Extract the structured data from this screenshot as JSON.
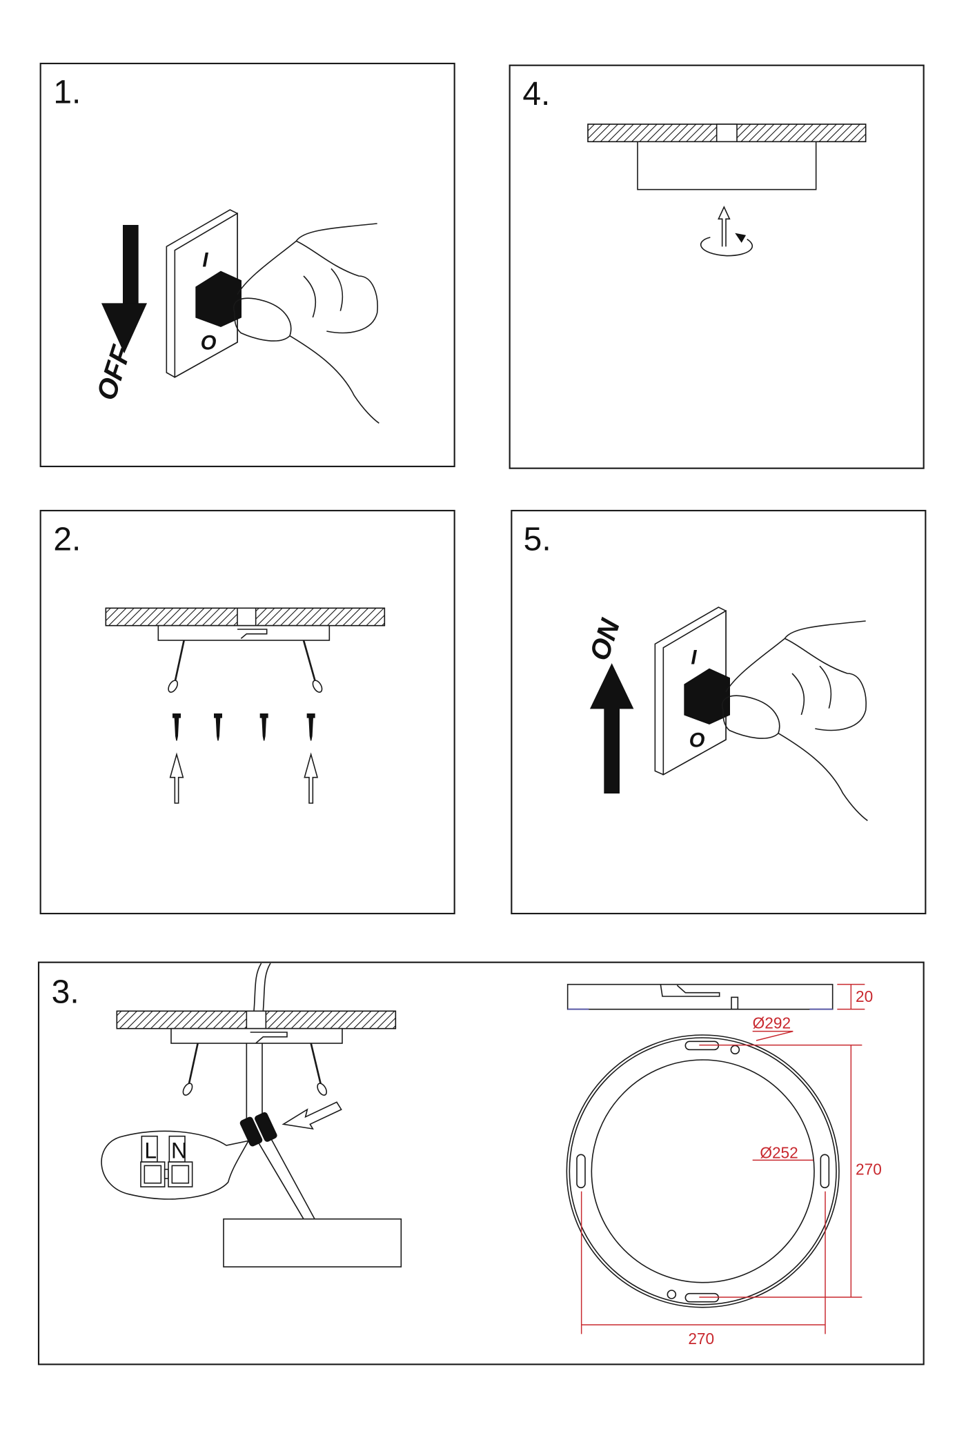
{
  "steps": {
    "s1": {
      "label": "1.",
      "switch_on_mark": "I",
      "switch_off_mark": "O",
      "direction_text": "OFF"
    },
    "s2": {
      "label": "2."
    },
    "s3": {
      "label": "3.",
      "terminal_l": "L",
      "terminal_n": "N",
      "dimensions": {
        "height": "20",
        "outer_diameter": "Ø292",
        "inner_diameter": "Ø252",
        "vertical_spacing": "270",
        "horizontal_spacing": "270"
      }
    },
    "s4": {
      "label": "4."
    },
    "s5": {
      "label": "5.",
      "switch_on_mark": "I",
      "switch_off_mark": "O",
      "direction_text": "ON"
    }
  },
  "colors": {
    "line": "#1a1a1a",
    "dimension": "#c8282e"
  }
}
